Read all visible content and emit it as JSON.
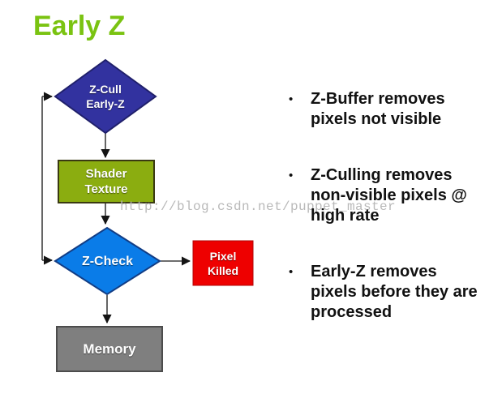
{
  "slide": {
    "title": "Early Z",
    "title_color": "#7ac311"
  },
  "flowchart": {
    "nodes": [
      {
        "id": "z-cull",
        "shape": "diamond",
        "label": "Z-Cull\nEarly-Z",
        "fill": "#32329f"
      },
      {
        "id": "shader-texture",
        "shape": "rect",
        "label": "Shader\nTexture",
        "fill": "#8bad10"
      },
      {
        "id": "z-check",
        "shape": "diamond",
        "label": "Z-Check",
        "fill": "#0a7ce8"
      },
      {
        "id": "pixel-killed",
        "shape": "rect",
        "label": "Pixel\nKilled",
        "fill": "#ee0000"
      },
      {
        "id": "memory",
        "shape": "rect",
        "label": "Memory",
        "fill": "#7f7f7f"
      }
    ],
    "line_color": "#3f3f3f"
  },
  "bullets": [
    {
      "marker": "•",
      "text": "Z-Buffer removes\npixels not visible"
    },
    {
      "marker": "•",
      "text": "Z-Culling removes\nnon-visible pixels @\nhigh rate"
    },
    {
      "marker": "•",
      "text": "Early-Z removes\npixels before they are\nprocessed"
    }
  ],
  "watermark": "http://blog.csdn.net/puppet_master"
}
